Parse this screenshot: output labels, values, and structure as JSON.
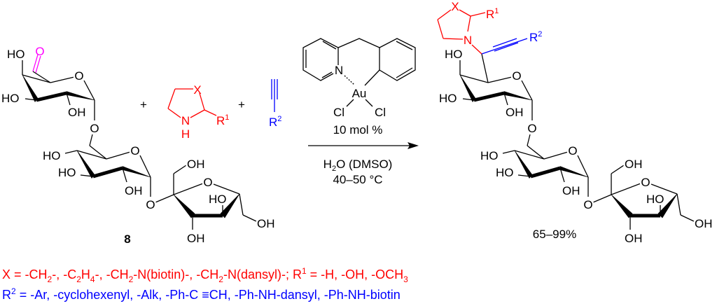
{
  "atoms": {
    "HO": "HO",
    "OH": "OH",
    "O": "O",
    "N": "N",
    "H": "H",
    "X": "X",
    "R": "R",
    "sup1": "1",
    "sup2": "2",
    "Au": "Au",
    "Cl": "Cl"
  },
  "reactant": {
    "compound_number": "8",
    "plus": "+"
  },
  "conditions": {
    "catalyst_loading": "10 mol %",
    "solvent_main": "H",
    "solvent_sub": "2",
    "solvent_rest": "O (DMSO)",
    "temperature": "40–50 °C"
  },
  "product": {
    "yield": "65–99%"
  },
  "colors": {
    "amine": "#ff0000",
    "alkyne": "#0000ff",
    "aldehyde": "#ff00ff"
  },
  "footnote": {
    "line1": [
      {
        "t": "X = -CH"
      },
      {
        "t": "2",
        "s": "sub"
      },
      {
        "t": "-, -C"
      },
      {
        "t": "2",
        "s": "sub"
      },
      {
        "t": "H"
      },
      {
        "t": "4",
        "s": "sub"
      },
      {
        "t": "-, -CH"
      },
      {
        "t": "2",
        "s": "sub"
      },
      {
        "t": "-N(biotin)-, -CH"
      },
      {
        "t": "2",
        "s": "sub"
      },
      {
        "t": "-N(dansyl)-; R"
      },
      {
        "t": "1",
        "s": "sup"
      },
      {
        "t": " = -H, -OH, -OCH"
      },
      {
        "t": "3",
        "s": "sub"
      }
    ],
    "line2": [
      {
        "t": "R"
      },
      {
        "t": "2",
        "s": "sup"
      },
      {
        "t": " = -Ar, -cyclohexenyl, -Alk, -Ph-C ≡CH, -Ph-NH-dansyl, -Ph-NH-biotin"
      }
    ]
  }
}
